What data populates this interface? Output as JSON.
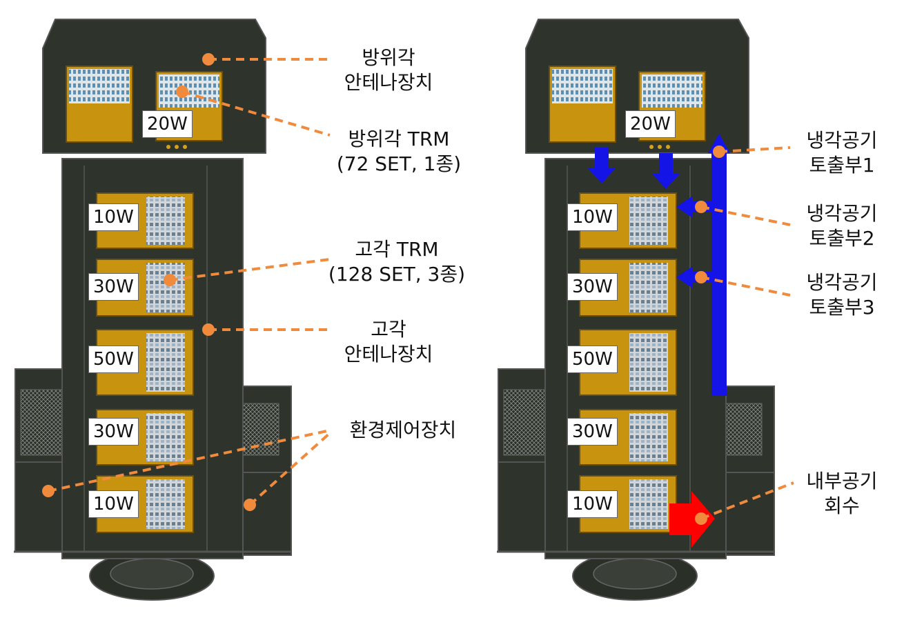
{
  "colors": {
    "frame": "#2e342b",
    "module": "#c89410",
    "leader": "#f08a3c",
    "exhaust_arrow": "#1414e6",
    "return_arrow": "#ff0000"
  },
  "left_diagram": {
    "labels": {
      "azimuth_antenna": [
        "방위각",
        "안테나장치"
      ],
      "azimuth_trm": [
        "방위각 TRM",
        "(72 SET, 1종)"
      ],
      "elevation_trm": [
        "고각 TRM",
        "(128 SET, 3종)"
      ],
      "elevation_antenna": [
        "고각",
        "안테나장치"
      ],
      "env_control": "환경제어장치"
    },
    "power_tags": [
      "20W",
      "10W",
      "30W",
      "50W",
      "30W",
      "10W"
    ]
  },
  "right_diagram": {
    "labels": {
      "exhaust_1": [
        "냉각공기",
        "토출부1"
      ],
      "exhaust_2": [
        "냉각공기",
        "토출부2"
      ],
      "exhaust_3": [
        "냉각공기",
        "토출부3"
      ],
      "internal_return": [
        "내부공기",
        "회수"
      ]
    },
    "power_tags": [
      "20W",
      "10W",
      "30W",
      "50W",
      "30W",
      "10W"
    ]
  }
}
